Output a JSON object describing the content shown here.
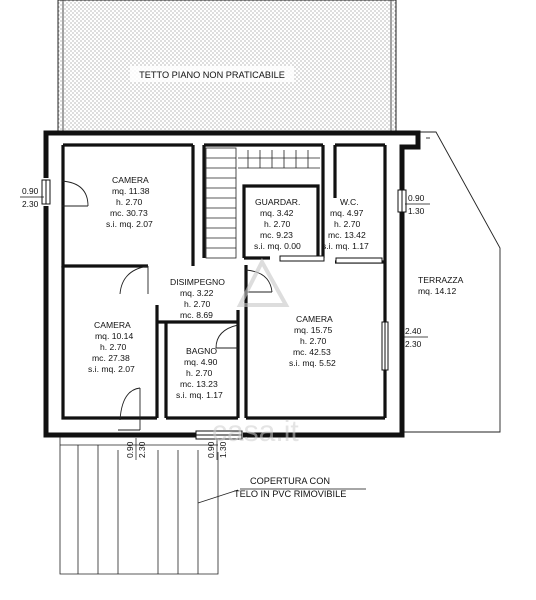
{
  "roof": {
    "label": "TETTO PIANO NON PRATICABILE"
  },
  "rooms": {
    "camera_top": {
      "name": "CAMERA",
      "area": "mq. 11.38",
      "height": "h. 2.70",
      "volume": "mc. 30.73",
      "si": "s.i. mq. 2.07"
    },
    "guardaroba": {
      "name": "GUARDAR.",
      "area": "mq. 3.42",
      "height": "h. 2.70",
      "volume": "mc. 9.23",
      "si": "s.i. mq. 0.00"
    },
    "wc": {
      "name": "W.C.",
      "area": "mq. 4.97",
      "height": "h. 2.70",
      "volume": "mc. 13.42",
      "si": "s.i. mq. 1.17"
    },
    "disimpegno": {
      "name": "DISIMPEGNO",
      "area": "mq. 3.22",
      "height": "h. 2.70",
      "volume": "mc. 8.69"
    },
    "camera_left": {
      "name": "CAMERA",
      "area": "mq. 10.14",
      "height": "h. 2.70",
      "volume": "mc. 27.38",
      "si": "s.i. mq. 2.07"
    },
    "bagno": {
      "name": "BAGNO",
      "area": "mq. 4.90",
      "height": "h. 2.70",
      "volume": "mc. 13.23",
      "si": "s.i. mq. 1.17"
    },
    "camera_right": {
      "name": "CAMERA",
      "area": "mq. 15.75",
      "height": "h. 2.70",
      "volume": "mc. 42.53",
      "si": "s.i. mq. 5.52"
    },
    "terrazza": {
      "name": "TERRAZZA",
      "area": "mq. 14.12"
    }
  },
  "openings": {
    "left_window": {
      "top": "0.90",
      "bottom": "2.30"
    },
    "wc_window": {
      "top": "0.90",
      "bottom": "1.30"
    },
    "right_door": {
      "top": "2.40",
      "bottom": "2.30"
    },
    "bottom_left": {
      "top": "0.90",
      "bottom": "2.30"
    },
    "bottom_center": {
      "top": "0.90",
      "bottom": "1.30"
    }
  },
  "covering": {
    "line1": "COPERTURA CON",
    "line2": "TELO IN PVC RIMOVIBILE"
  },
  "watermark": {
    "text": "casa.it"
  },
  "colors": {
    "wall": "#111111",
    "hatch": "#9a9a9a",
    "watermark": "#d0d0d0"
  }
}
